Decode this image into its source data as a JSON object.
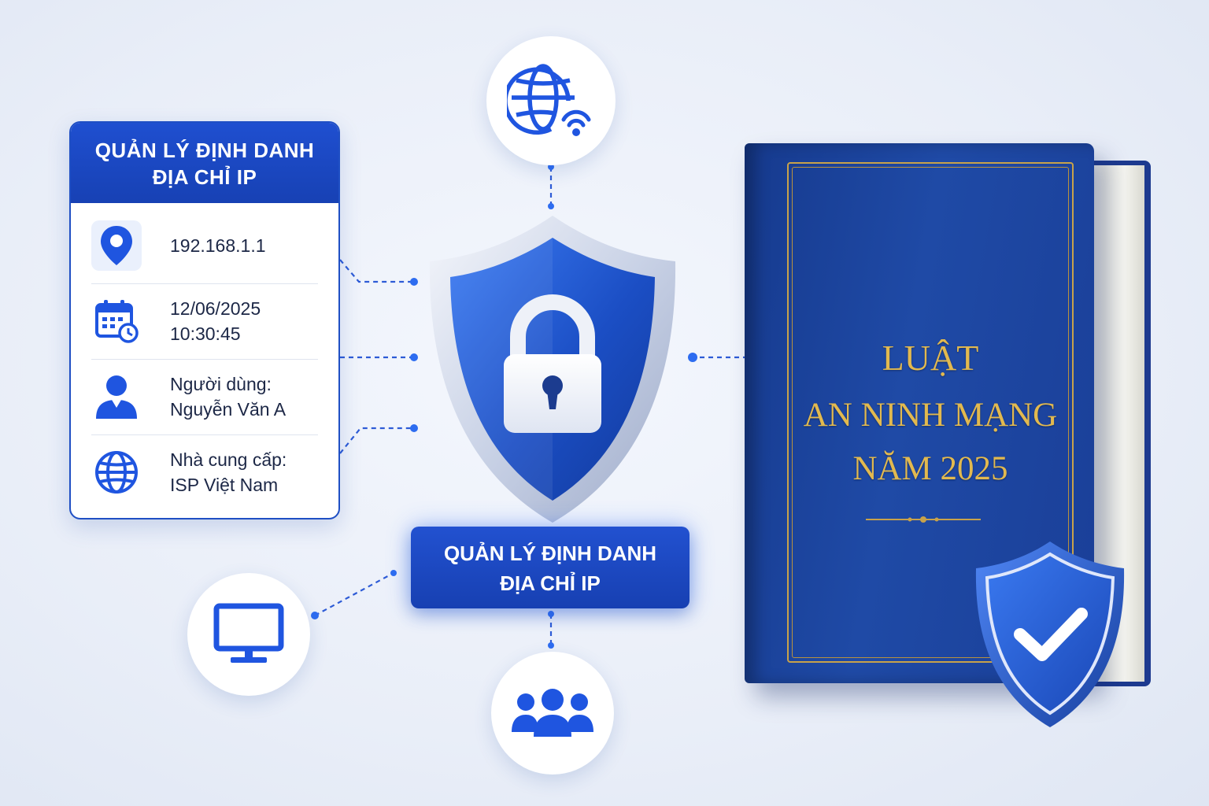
{
  "card": {
    "title_line1": "QUẢN LÝ ĐỊNH DANH",
    "title_line2": "ĐỊA CHỈ IP",
    "ip": "192.168.1.1",
    "date": "12/06/2025",
    "time": "10:30:45",
    "user_label": "Người dùng:",
    "user_name": "Nguyễn Văn A",
    "provider_label": "Nhà cung cấp:",
    "provider_name": "ISP Việt Nam"
  },
  "center_label": {
    "line1": "QUẢN LÝ ĐỊNH DANH",
    "line2": "ĐỊA CHỈ IP"
  },
  "book": {
    "line1": "LUẬT",
    "line2": "AN NINH MẠNG",
    "line3": "NĂM 2025"
  },
  "icons": [
    "location-pin-icon",
    "calendar-clock-icon",
    "user-icon",
    "globe-icon",
    "globe-wifi-icon",
    "monitor-icon",
    "users-group-icon",
    "shield-lock-icon",
    "shield-check-icon"
  ],
  "colors": {
    "primary_blue": "#1f4fd0",
    "book_blue": "#1a3f98",
    "gold": "#e2b94f",
    "background": "#eef2fa"
  }
}
